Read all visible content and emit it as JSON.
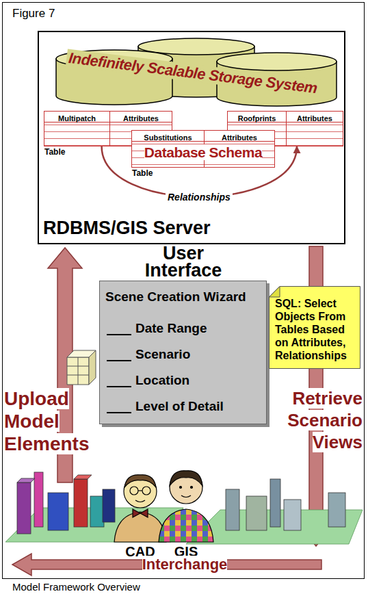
{
  "diagram": {
    "title": "Figure 7",
    "caption": "Model Framework Overview",
    "nodes": [
      {
        "text": [
          "RDBMS/GIS Server"
        ]
      },
      {
        "text": [
          "Indefinitely Scalable Storage System"
        ],
        "in": 0
      },
      {
        "text": [
          "Multipatch",
          "Attributes",
          "Table"
        ],
        "in": 0
      },
      {
        "text": [
          "Roofprints",
          "Attributes"
        ],
        "in": 0
      },
      {
        "text": [
          "Substitutions",
          "Attributes",
          "Table"
        ],
        "in": 0
      },
      {
        "text": [
          "User Interface",
          "Scene Creation Wizard",
          "Date Range",
          "Scenario",
          "Location",
          "Level of Detail"
        ]
      },
      {
        "text": [
          "SQL: Select Objects From Tables Based on Attributes, Relationships"
        ]
      }
    ],
    "edges": [
      {
        "from": 2,
        "to": 3,
        "label": "Relationships",
        "arrow": "to"
      }
    ],
    "labels": [
      "Database Schema",
      "Upload Model Elements",
      "Retrieve Scenario Views",
      "CAD",
      "GIS",
      "Interchange"
    ]
  }
}
